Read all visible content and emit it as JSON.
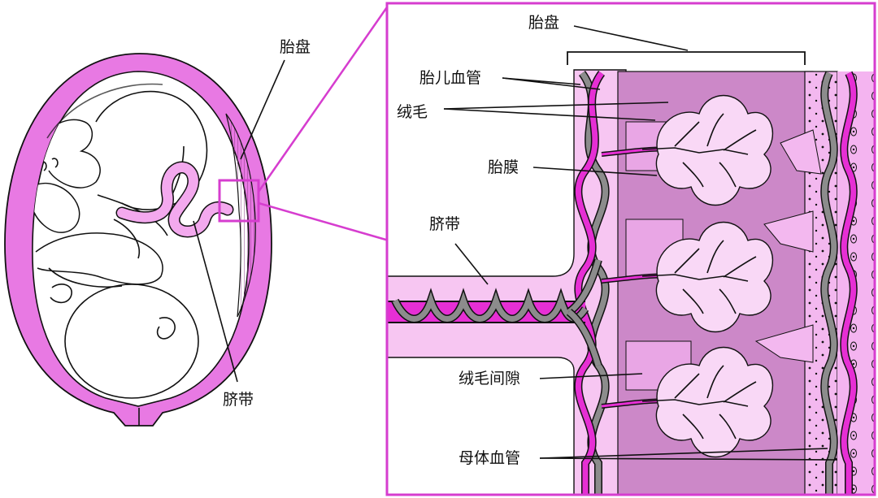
{
  "colors": {
    "pink_wall": "#e879e3",
    "light_pink": "#f7c6f2",
    "mauve": "#cc88c8",
    "vessel_magenta": "#e62fd4",
    "vessel_gray": "#8c8c8c",
    "frame_magenta": "#d63dcf",
    "ink": "#111111"
  },
  "labels": {
    "placenta_left": "胎盘",
    "umbilical_cord_left": "脐带",
    "placenta_right": "胎盘",
    "fetal_vessels": "胎儿血管",
    "villi": "绒毛",
    "fetal_membrane": "胎膜",
    "umbilical_cord_right": "脐带",
    "intervillous_space": "绒毛间隙",
    "maternal_vessels": "母体血管"
  }
}
